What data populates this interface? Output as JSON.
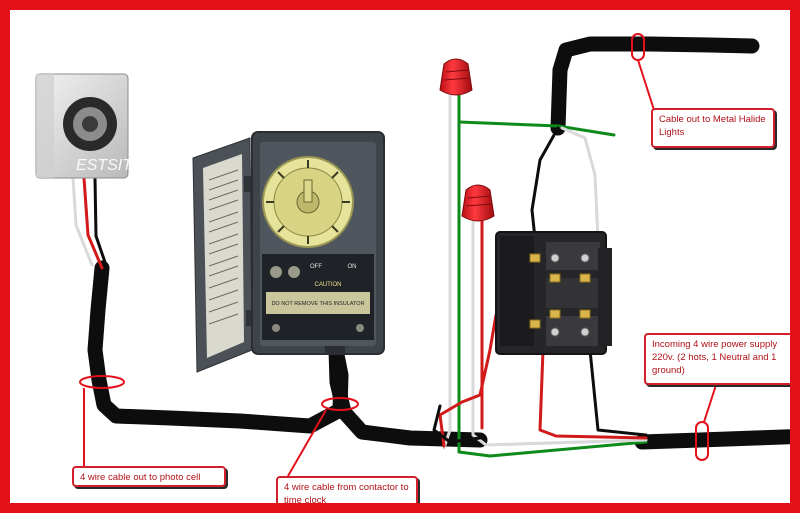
{
  "callouts": {
    "photo_cell": "4 wire cable out to photo cell",
    "time_clock": "4 wire cable from contactor to time clock",
    "metal_halide": "Cable out to Metal Halide Lights",
    "incoming_power": "Incoming 4 wire power supply 220v.  (2 hots, 1 Neutral and 1 ground)"
  },
  "timer_panel": {
    "caution_label": "CAUTION",
    "notice_label": "DO NOT REMOVE THIS INSULATOR",
    "off_label": "OFF",
    "on_label": "ON"
  },
  "photocell_watermark": "ESTSIT",
  "colors": {
    "frame_border": "#e3101a",
    "callout_text": "#b0121a",
    "cable_black": "#0d0d0d",
    "wire_red": "#d21a1a",
    "wire_green": "#0e8a1a",
    "wire_white": "#d9d9d9",
    "wire_nut_red": "#e8161c",
    "timer_body": "#3f444b",
    "timer_dial": "#e6e39a"
  }
}
